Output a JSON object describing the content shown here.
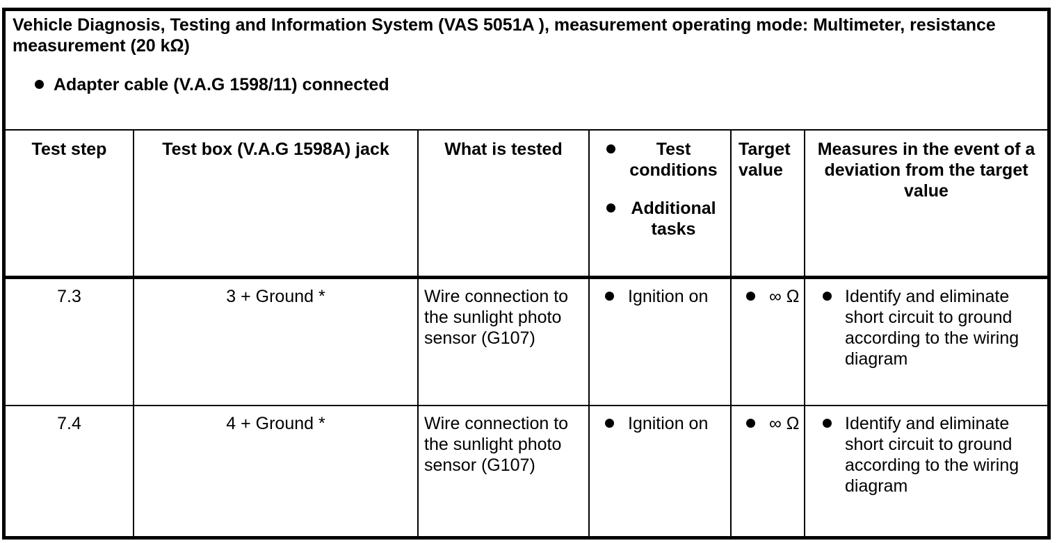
{
  "doc": {
    "title": "Vehicle Diagnosis, Testing and Information System (VAS 5051A ), measurement operating mode: Multimeter, resistance measurement (20 kΩ)",
    "note": "Adapter cable (V.A.G 1598/11) connected"
  },
  "table": {
    "headers": {
      "test_step": "Test step",
      "test_box": "Test box (V.A.G 1598A) jack",
      "what_tested": "What is tested",
      "conditions_items": [
        "Test conditions",
        "Additional tasks"
      ],
      "target_value": "Target value",
      "measures": "Measures in the event of a deviation from the target value"
    },
    "rows": [
      {
        "test_step": "7.3",
        "test_box": "3 + Ground *",
        "what_tested": "Wire connection to the sunlight photo sensor (G107)",
        "conditions": [
          "Ignition on"
        ],
        "target_value": "∞ Ω",
        "measures": [
          "Identify and eliminate short circuit to ground according to the wiring diagram"
        ]
      },
      {
        "test_step": "7.4",
        "test_box": "4 + Ground *",
        "what_tested": "Wire connection to the sunlight photo sensor (G107)",
        "conditions": [
          "Ignition on"
        ],
        "target_value": "∞ Ω",
        "measures": [
          "Identify and eliminate short circuit to ground according to the wiring diagram"
        ]
      }
    ]
  },
  "colors": {
    "border": "#000000",
    "background": "#ffffff",
    "text": "#000000"
  }
}
